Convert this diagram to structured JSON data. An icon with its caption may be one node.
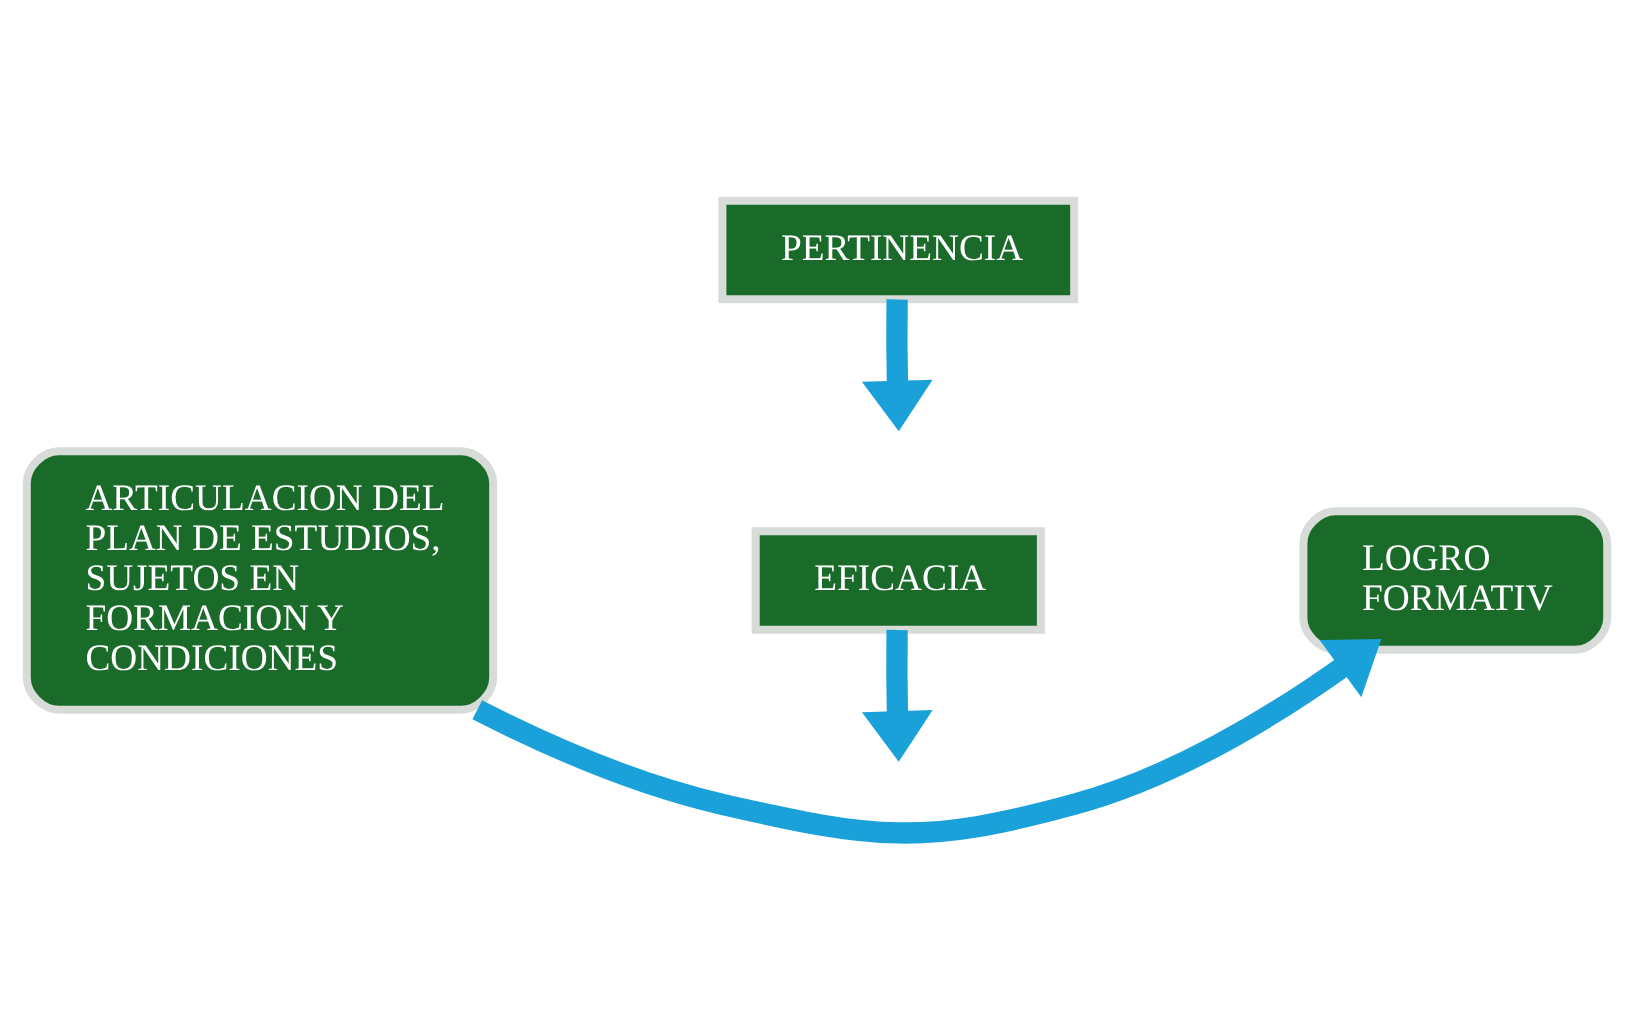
{
  "diagram": {
    "nodes": [
      {
        "text": [
          "PERTINENCIA"
        ]
      },
      {
        "text": [
          "ARTICULACION DEL PLAN DE ESTUDIOS, SUJETOS EN FORMACION Y CONDICIONES"
        ]
      },
      {
        "text": [
          "LOGRO FORMATIV"
        ]
      },
      {
        "text": [
          "EFICACIA"
        ]
      }
    ],
    "edges": [
      {
        "from": 0,
        "to": null,
        "arrow": "to"
      },
      {
        "from": 1,
        "to": 2,
        "arrow": "to"
      },
      {
        "from": 3,
        "to": null,
        "arrow": "to"
      }
    ]
  }
}
